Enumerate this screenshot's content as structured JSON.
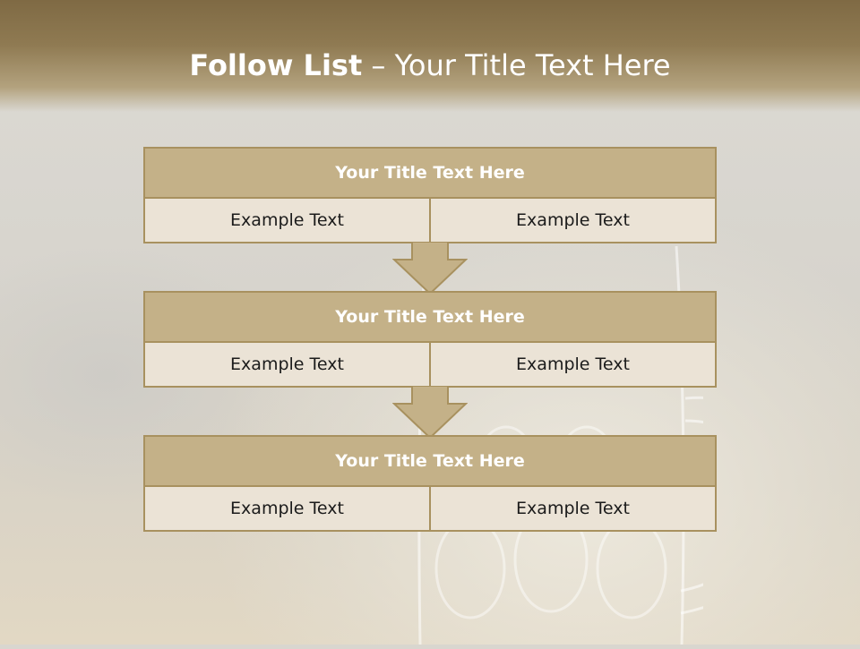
{
  "slide": {
    "title_bold": "Follow List",
    "title_rest": " – Your Title Text Here"
  },
  "steps": [
    {
      "heading": "Your Title Text Here",
      "left": "Example Text",
      "right": "Example Text"
    },
    {
      "heading": "Your Title Text Here",
      "left": "Example Text",
      "right": "Example Text"
    },
    {
      "heading": "Your Title Text Here",
      "left": "Example Text",
      "right": "Example Text"
    }
  ],
  "colors": {
    "accent": "#a8915f",
    "header_fill": "#c4b188",
    "cell_fill": "#ebe3d6",
    "top_band": "#8f7a52"
  }
}
